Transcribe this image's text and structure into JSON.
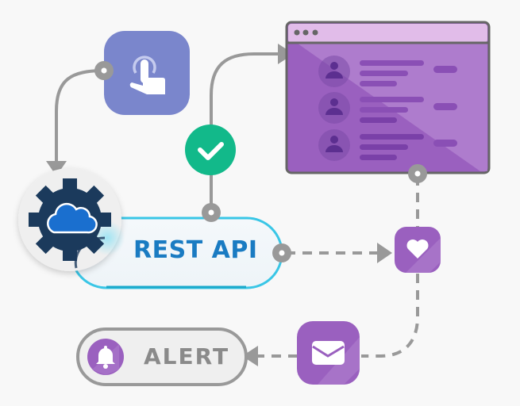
{
  "diagram": {
    "nodes": {
      "touch": {
        "icon": "touch-icon",
        "color": "#7a86cc"
      },
      "success": {
        "icon": "check-icon",
        "color": "#12b98a"
      },
      "settings": {
        "icon": "gear-cloud-icon",
        "gear_color": "#1b3a5c",
        "cloud_color": "#1a6fcf"
      },
      "rest_api": {
        "label": "REST API",
        "text_color": "#1a7bc2",
        "border_color": "#39c6e6"
      },
      "browser": {
        "icon": "browser-window-icon",
        "color": "#9a60bf",
        "titlebar_color": "#e1bce9",
        "rows": 3
      },
      "favorite": {
        "icon": "heart-icon",
        "color": "#9a60bf"
      },
      "email": {
        "icon": "envelope-icon",
        "color": "#9a60bf"
      },
      "alert": {
        "label": "ALERT",
        "icon": "bell-icon",
        "text_color": "#8a8a8a"
      }
    },
    "connector_color": "#999999"
  }
}
